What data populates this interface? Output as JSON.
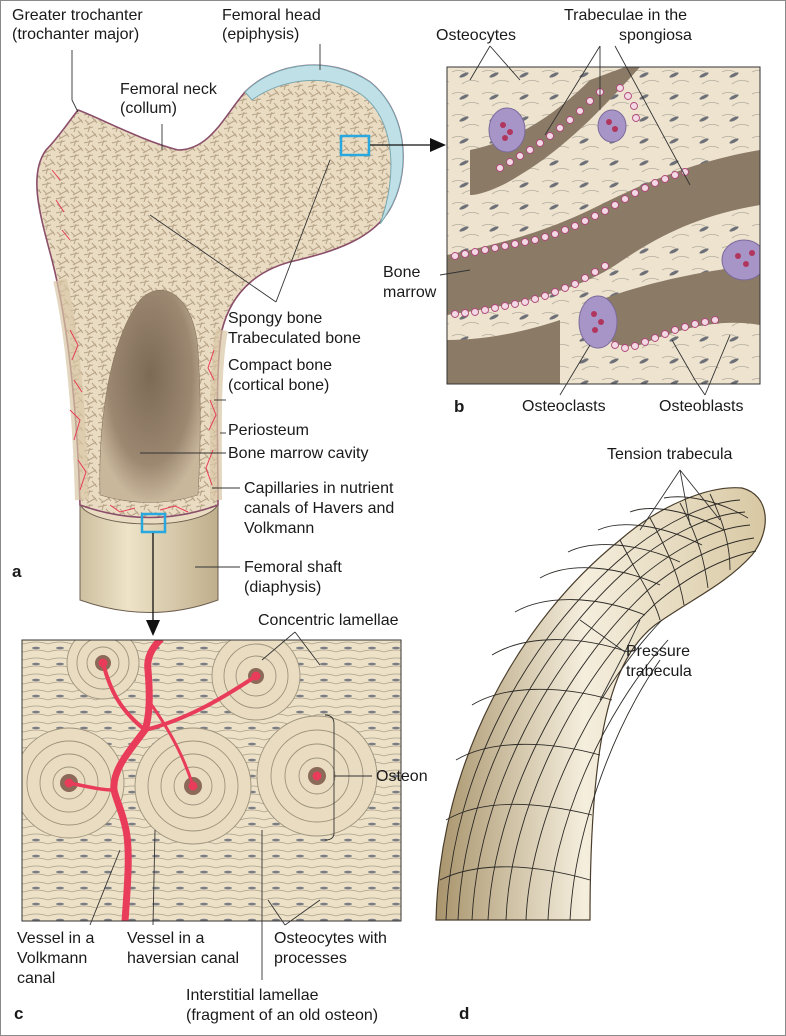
{
  "panels": {
    "a": "a",
    "b": "b",
    "c": "c",
    "d": "d"
  },
  "labels_a": {
    "greater_trochanter": "Greater trochanter",
    "greater_trochanter_2": "(trochanter major)",
    "femoral_head": "Femoral head",
    "femoral_head_2": "(epiphysis)",
    "femoral_neck": "Femoral neck",
    "femoral_neck_2": "(collum)",
    "spongy_bone": "Spongy bone",
    "trabeculated_bone": "Trabeculated bone",
    "compact_bone": "Compact bone",
    "compact_bone_2": "(cortical bone)",
    "periosteum": "Periosteum",
    "marrow_cavity": "Bone marrow cavity",
    "capillaries": "Capillaries in nutrient",
    "capillaries_2": "canals of Havers and",
    "capillaries_3": "Volkmann",
    "femoral_shaft": "Femoral shaft",
    "femoral_shaft_2": "(diaphysis)"
  },
  "labels_b": {
    "osteocytes": "Osteocytes",
    "trabeculae": "Trabeculae in the",
    "trabeculae_2": "spongiosa",
    "bone": "Bone",
    "marrow": "marrow",
    "osteoclasts": "Osteoclasts",
    "osteoblasts": "Osteoblasts"
  },
  "labels_c": {
    "concentric": "Concentric lamellae",
    "osteon": "Osteon",
    "vessel_volkmann": "Vessel in a",
    "vessel_volkmann_2": "Volkmann",
    "vessel_volkmann_3": "canal",
    "vessel_haversian": "Vessel in a",
    "vessel_haversian_2": "haversian canal",
    "osteocytes_proc": "Osteocytes with",
    "osteocytes_proc_2": "processes",
    "interstitial": "Interstitial lamellae",
    "interstitial_2": "(fragment of an old osteon)"
  },
  "labels_d": {
    "tension": "Tension trabecula",
    "pressure": "Pressure",
    "pressure_2": "trabecula"
  },
  "colors": {
    "bone": "#e7d9be",
    "marrow": "#8c7761",
    "periosteum": "#bfe0e6",
    "vessel": "#e83c5a",
    "highlight": "#29a8df",
    "osteoclast": "#a895c8",
    "cell": "#5c5c66"
  }
}
